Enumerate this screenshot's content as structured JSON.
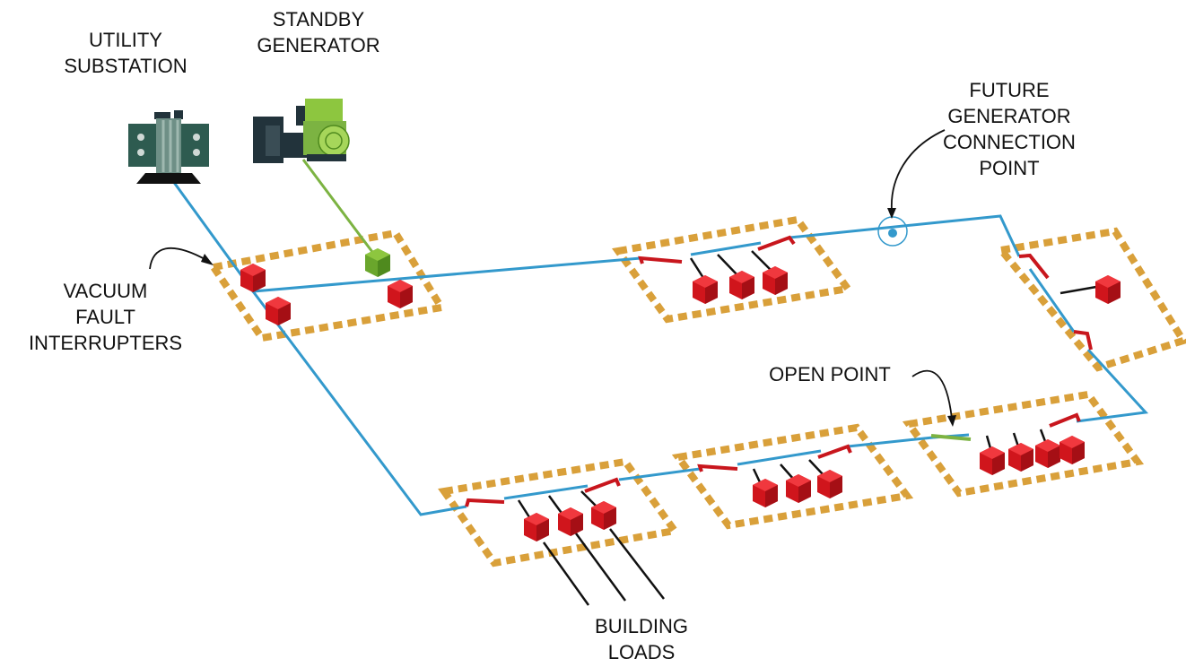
{
  "labels": {
    "utility_substation": [
      "UTILITY",
      "SUBSTATION"
    ],
    "standby_generator": [
      "STANDBY",
      "GENERATOR"
    ],
    "future_generator": [
      "FUTURE",
      "GENERATOR",
      "CONNECTION",
      "POINT"
    ],
    "vacuum_fault_interrupters": [
      "VACUUM",
      "FAULT",
      "INTERRUPTERS"
    ],
    "open_point": "OPEN POINT",
    "building_loads": [
      "BUILDING",
      "LOADS"
    ]
  },
  "colors": {
    "feeder_line": "#3399cc",
    "generator_line": "#7cb342",
    "interrupter": "#e01a22",
    "enclosure_dash": "#d9a03a",
    "switch_closed": "#c8161d",
    "switch_open": "#7cb342",
    "transformer": "#2e5b50",
    "generator_body": "#8dc63f",
    "generator_dark": "#22333b"
  },
  "icons": {
    "substation": "transformer-icon",
    "generator": "generator-icon"
  },
  "switch_states": {
    "open_point": "open"
  }
}
